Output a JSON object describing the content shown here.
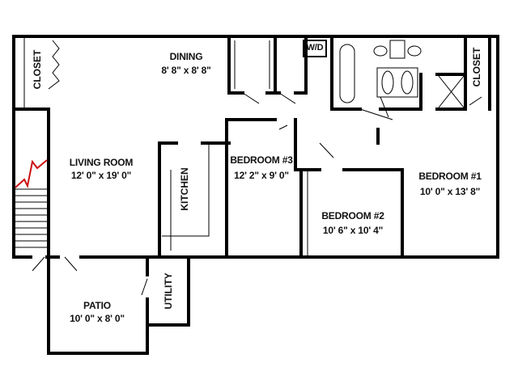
{
  "rooms": {
    "dining": {
      "name": "DINING",
      "size": "8' 8\" x 8' 8\""
    },
    "living_room": {
      "name": "LIVING ROOM",
      "size": "12' 0\" x 19' 0\""
    },
    "kitchen": {
      "name": "KITCHEN"
    },
    "bedroom3": {
      "name": "BEDROOM #3",
      "size": "12' 2\" x 9' 0\""
    },
    "bedroom2": {
      "name": "BEDROOM #2",
      "size": "10' 6\" x 10' 4\""
    },
    "bedroom1": {
      "name": "BEDROOM #1",
      "size": "10' 0\" x 13' 8\""
    },
    "patio": {
      "name": "PATIO",
      "size": "10' 0\" x 8' 0\""
    },
    "utility": {
      "name": "UTILITY"
    },
    "closet_left": {
      "name": "CLOSET"
    },
    "closet_right": {
      "name": "CLOSET"
    },
    "washer_dryer": {
      "name": "W/D"
    }
  },
  "colors": {
    "wall": "#000000",
    "stair_marker": "#cc1111"
  }
}
